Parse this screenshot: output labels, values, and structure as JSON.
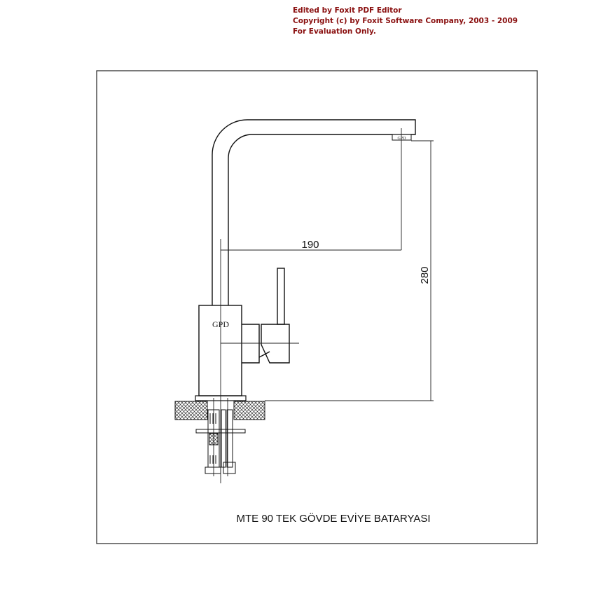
{
  "watermark": {
    "line1": "Edited by Foxit PDF Editor",
    "line2": "Copyright (c) by Foxit Software Company, 2003 - 2009",
    "line3": "For Evaluation Only."
  },
  "drawing": {
    "brand_body": "GPD",
    "brand_aerator": "GPD",
    "dim_reach": "190",
    "dim_height": "280",
    "title": "MTE 90 TEK GÖVDE EVİYE BATARYASI"
  }
}
